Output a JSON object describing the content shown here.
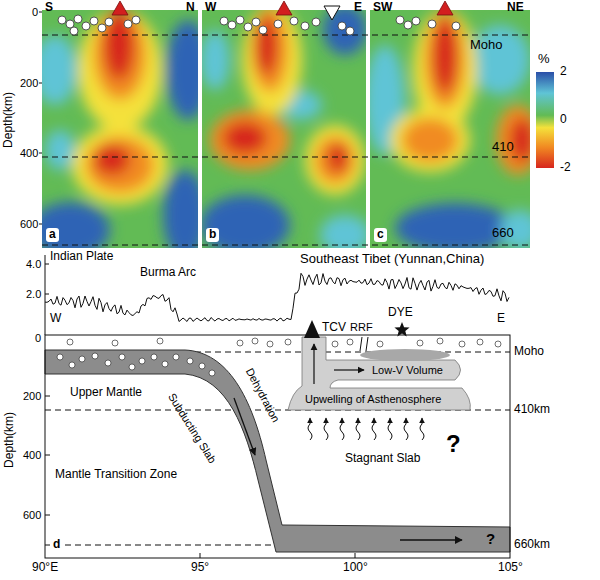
{
  "diagram": {
    "labels": [
      "S",
      "N",
      "W",
      "E",
      "SW",
      "NE",
      "Moho",
      "410",
      "660",
      "%",
      "2",
      "0",
      "-2",
      "0",
      "200",
      "400",
      "600",
      "Depth(km)",
      "a",
      "b",
      "c",
      "4.0",
      "2.0",
      "Indian Plate",
      "Burma Arc",
      "Southeast Tibet (Yunnan,China)",
      "W",
      "E",
      "0",
      "200",
      "400",
      "600",
      "Depth(km)",
      "TCV",
      "RRF",
      "DYE",
      "Moho",
      "Low-V Volume",
      "Upper Mantle",
      "Subducting Slab",
      "Dehydration",
      "Upwelling of Asthenosphere",
      "410km",
      "Mantle Transition Zone",
      "Stagnant Slab",
      "?",
      "?",
      "660km",
      "d",
      "90°E",
      "95°",
      "100°",
      "105°"
    ]
  }
}
